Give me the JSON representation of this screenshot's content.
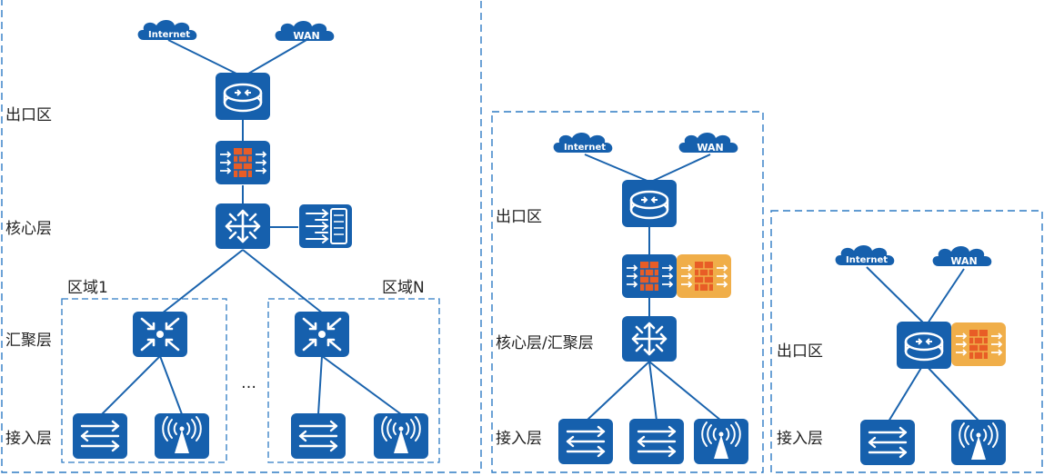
{
  "labels": {
    "cloud_internet": "Internet",
    "cloud_wan": "WAN",
    "export_zone": "出口区",
    "core_layer": "核心层",
    "aggregation_layer": "汇聚层",
    "access_layer": "接入层",
    "core_aggregation_layer": "核心层/汇聚层",
    "area_1": "区域1",
    "area_n": "区域N",
    "ellipsis": "…"
  },
  "colors": {
    "device_blue": "#1660ad",
    "firewall_orange": "#e85d26",
    "firewall_card": "#f0ae49",
    "cloud": "#1660ad",
    "link": "#1a63ad",
    "frame_dash": "#2e7bc4"
  }
}
